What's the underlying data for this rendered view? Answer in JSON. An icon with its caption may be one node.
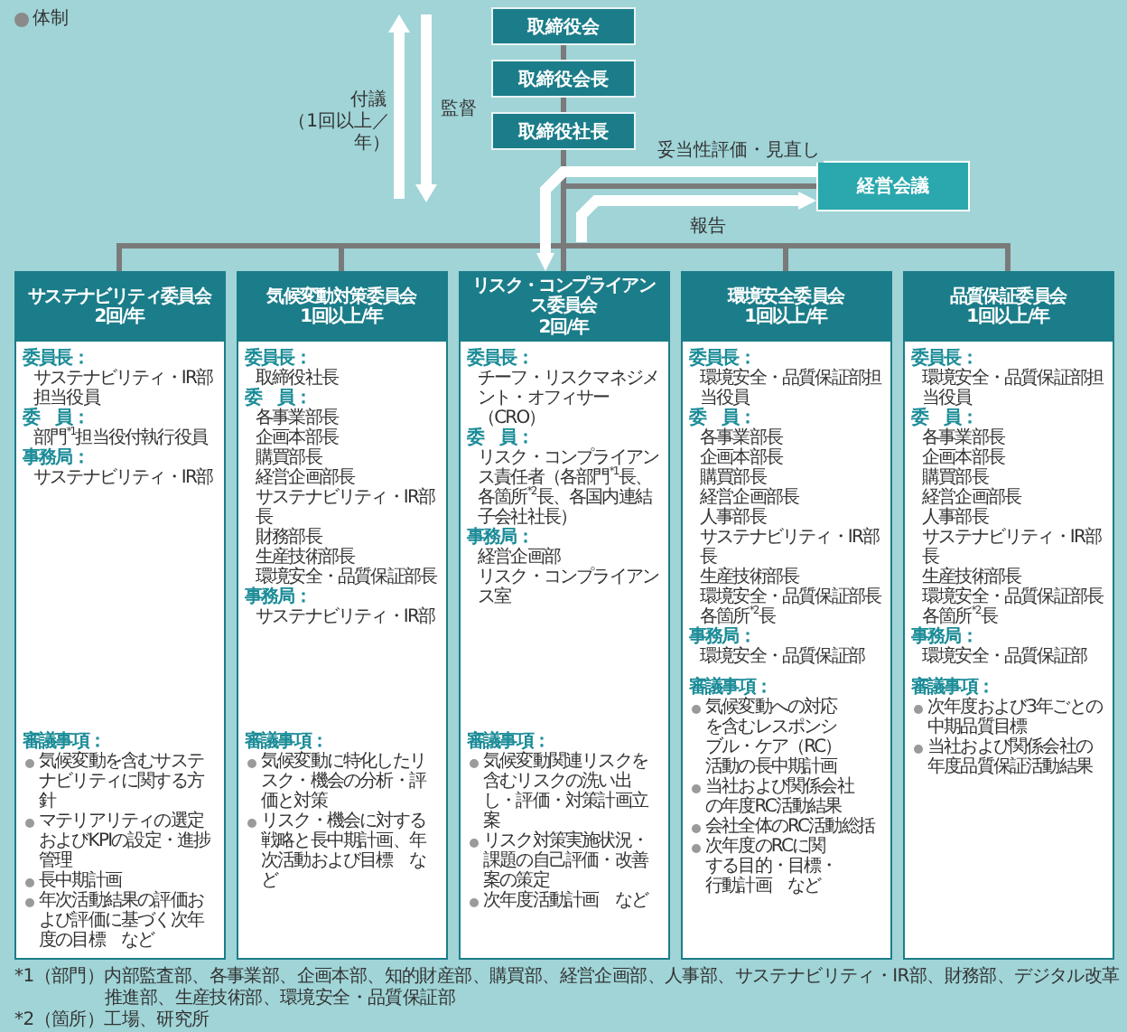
{
  "diagram": {
    "title": "体制",
    "nodes": [
      {
        "text": [
          "取締役会"
        ]
      },
      {
        "text": [
          "取締役会長"
        ]
      },
      {
        "text": [
          "取締役社長"
        ]
      },
      {
        "text": [
          "経営会議"
        ]
      },
      {
        "text": [
          "サステナビリティ委員会",
          "2回/年",
          "委員長：",
          "サステナビリティ・IR部担当役員",
          "委　員：",
          "部門$^{*1}$担当役付執行役員",
          "事務局：",
          "サステナビリティ・IR部",
          "審議事項：",
          "気候変動を含むサステナビリティに関する方針",
          "マテリアリティの選定およびKPIの設定・進捗管理",
          "長中期計画",
          "年次活動結果の評価および評価に基づく次年度の目標　など"
        ]
      },
      {
        "text": [
          "気候変動対策委員会",
          "1回以上/年",
          "委員長：",
          "取締役社長",
          "委　員：",
          "各事業部長",
          "企画本部長",
          "購買部長",
          "経営企画部長",
          "サステナビリティ・IR部長",
          "財務部長",
          "生産技術部長",
          "環境安全・品質保証部長",
          "事務局：",
          "サステナビリティ・IR部",
          "審議事項：",
          "気候変動に特化したリスク・機会の分析・評価と対策",
          "リスク・機会に対する戦略と長中期計画、年次活動および目標　など"
        ]
      },
      {
        "text": [
          "リスク・コンプライアンス委員会",
          "2回/年",
          "委員長：",
          "チーフ・リスクマネジメント・オフィサー（CRO）",
          "委　員：",
          "リスク・コンプライアンス責任者（各部門$^{*1}$長、各箇所$^{*2}$長、各国内連結子会社社長）",
          "事務局：",
          "経営企画部",
          "リスク・コンプライアンス室",
          "審議事項：",
          "気候変動関連リスクを含むリスクの洗い出し・評価・対策計画立案",
          "リスク対策実施状況・課題の自己評価・改善案の策定",
          "次年度活動計画　など"
        ]
      },
      {
        "text": [
          "環境安全委員会",
          "1回以上/年",
          "委員長：",
          "環境安全・品質保証部担当役員",
          "委　員：",
          "各事業部長",
          "企画本部長",
          "購買部長",
          "経営企画部長",
          "人事部長",
          "サステナビリティ・IR部長",
          "生産技術部長",
          "環境安全・品質保証部長",
          "各箇所$^{*2}$長",
          "事務局：",
          "環境安全・品質保証部",
          "審議事項：",
          "気候変動への対応を含むレスポンシブル・ケア（RC）活動の長中期計画",
          "当社および関係会社の年度RC活動結果",
          "会社全体のRC活動総括",
          "次年度のRCに関する目的・目標・行動計画　など"
        ]
      },
      {
        "text": [
          "品質保証委員会",
          "1回以上/年",
          "委員長：",
          "環境安全・品質保証部担当役員",
          "委　員：",
          "各事業部長",
          "企画本部長",
          "購買部長",
          "経営企画部長",
          "人事部長",
          "サステナビリティ・IR部長",
          "生産技術部長",
          "環境安全・品質保証部長",
          "各箇所$^{*2}$長",
          "事務局：",
          "環境安全・品質保証部",
          "審議事項：",
          "次年度および3年ごとの中期品質目標",
          "当社および関係会社の年度品質保証活動結果"
        ]
      }
    ],
    "edges": [
      {
        "from": 0,
        "to": 1,
        "arrow": "none"
      },
      {
        "from": 1,
        "to": 2,
        "arrow": "none"
      },
      {
        "from": 2,
        "to": 4,
        "arrow": "none"
      },
      {
        "from": 2,
        "to": 5,
        "arrow": "none"
      },
      {
        "from": 2,
        "to": 6,
        "arrow": "none"
      },
      {
        "from": 2,
        "to": 7,
        "arrow": "none"
      },
      {
        "from": 2,
        "to": 8,
        "arrow": "none"
      },
      {
        "from": 2,
        "to": 3,
        "arrow": "none"
      },
      {
        "from": 3,
        "to": 6,
        "arrow": "to",
        "label": "妥当性評価・見直し",
        "style": "thick",
        "color": "#ffffff"
      },
      {
        "from": null,
        "to": 3,
        "arrow": "to",
        "label": "報告",
        "style": "thick",
        "color": "#ffffff"
      }
    ],
    "labels": [
      "付議",
      "（1回以上／年）",
      "監督",
      "*1（部門）内部監査部、各事業部、企画本部、知的財産部、購買部、経営企画部、人事部、サステナビリティ・IR部、財務部、デジタル改革推進部、生産技術部、環境安全・品質保証部",
      "*2（箇所）工場、研究所"
    ]
  }
}
